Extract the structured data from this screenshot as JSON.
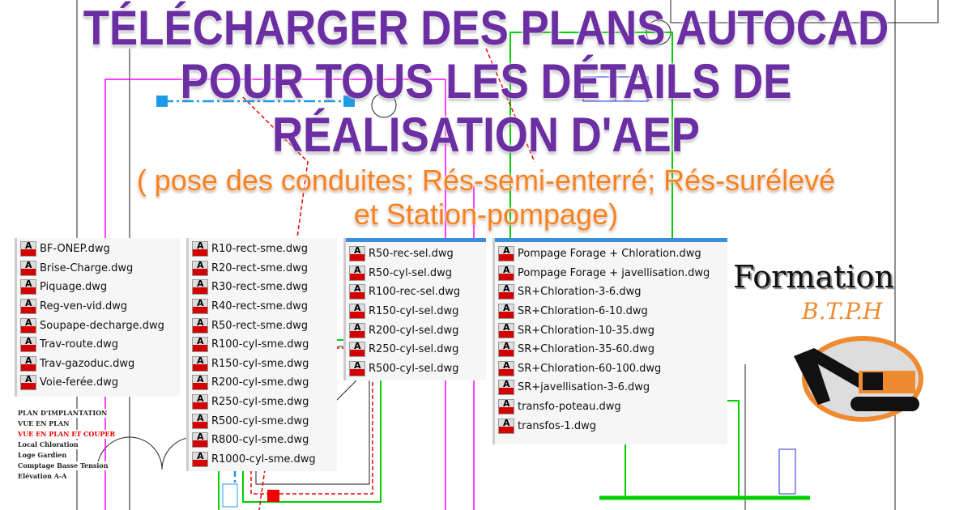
{
  "title_lines": [
    "TÉLÉCHARGER DES PLANS AUTOCAD",
    "POUR TOUS LES DÉTAILS DE",
    "RÉALISATION D'AEP"
  ],
  "subtitle_lines": [
    "( pose des conduites; Rés-semi-enterré; Rés-surélevé",
    "et Station-pompage)"
  ],
  "colors": {
    "title": "#6b2ea3",
    "subtitle": "#f5821f",
    "file_icon": "#d40000"
  },
  "cad_labels": {
    "plan": "PLAN D'IMPLANTATION",
    "vue_plan": "VUE EN PLAN",
    "vue_coupe": "VUE EN PLAN ET COUPER",
    "local_chloration": "Local Chloration",
    "loge_gardien": "Loge Gardien",
    "comptage": "Comptage Basse Tension",
    "elevation": "Elévation A-A"
  },
  "lists": {
    "left": [
      "BF-ONEP.dwg",
      "Brise-Charge.dwg",
      "Piquage.dwg",
      "Reg-ven-vid.dwg",
      "Soupape-decharge.dwg",
      "Trav-route.dwg",
      "Trav-gazoduc.dwg",
      "Voie-ferée.dwg"
    ],
    "middle": [
      "R10-rect-sme.dwg",
      "R20-rect-sme.dwg",
      "R30-rect-sme.dwg",
      "R40-rect-sme.dwg",
      "R50-rect-sme.dwg",
      "R100-cyl-sme.dwg",
      "R150-cyl-sme.dwg",
      "R200-cyl-sme.dwg",
      "R250-cyl-sme.dwg",
      "R500-cyl-sme.dwg",
      "R800-cyl-sme.dwg",
      "R1000-cyl-sme.dwg"
    ],
    "sel": [
      "R50-rec-sel.dwg",
      "R50-cyl-sel.dwg",
      "R100-rec-sel.dwg",
      "R150-cyl-sel.dwg",
      "R200-cyl-sel.dwg",
      "R250-cyl-sel.dwg",
      "R500-cyl-sel.dwg"
    ],
    "right": [
      "Pompage Forage + Chloration.dwg",
      "Pompage Forage + javellisation.dwg",
      "SR+Chloration-3-6.dwg",
      "SR+Chloration-6-10.dwg",
      "SR+Chloration-10-35.dwg",
      "SR+Chloration-35-60.dwg",
      "SR+Chloration-60-100.dwg",
      "SR+javellisation-3-6.dwg",
      "transfo-poteau.dwg",
      "transfos-1.dwg"
    ]
  },
  "logo": {
    "word": "Formation",
    "sub": "B.T.P.H"
  }
}
